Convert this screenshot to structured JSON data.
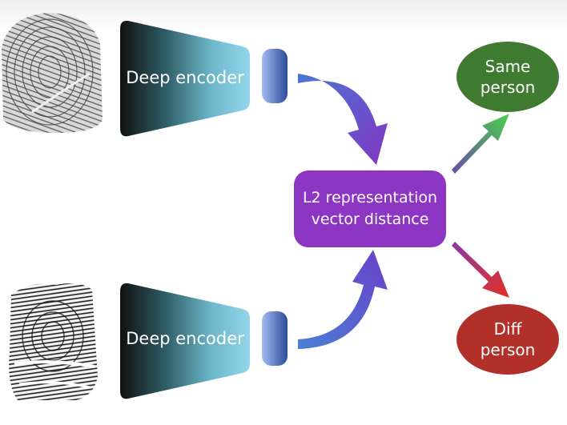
{
  "nodes": {
    "encoder_top": {
      "label": "Deep encoder"
    },
    "encoder_bottom": {
      "label": "Deep encoder"
    },
    "distance": {
      "label": "L2 representation vector distance"
    },
    "same": {
      "label": "Same person"
    },
    "diff": {
      "label": "Diff person"
    }
  },
  "colors": {
    "encoder_dark": "#111111",
    "encoder_light": "#8fd4ea",
    "embedding_light": "#9fb4ee",
    "embedding_dark": "#2f4f9e",
    "distance_box": "#8e36c4",
    "same_node": "#3f7a31",
    "diff_node": "#b1302a",
    "arrow_blue": "#4f6fd0",
    "arrow_purple": "#7a3fc4",
    "arrow_green": "#44b845",
    "arrow_red": "#d23328"
  },
  "icons": {
    "top_input": "fingerprint-icon",
    "bottom_input": "fingerprint-icon"
  }
}
